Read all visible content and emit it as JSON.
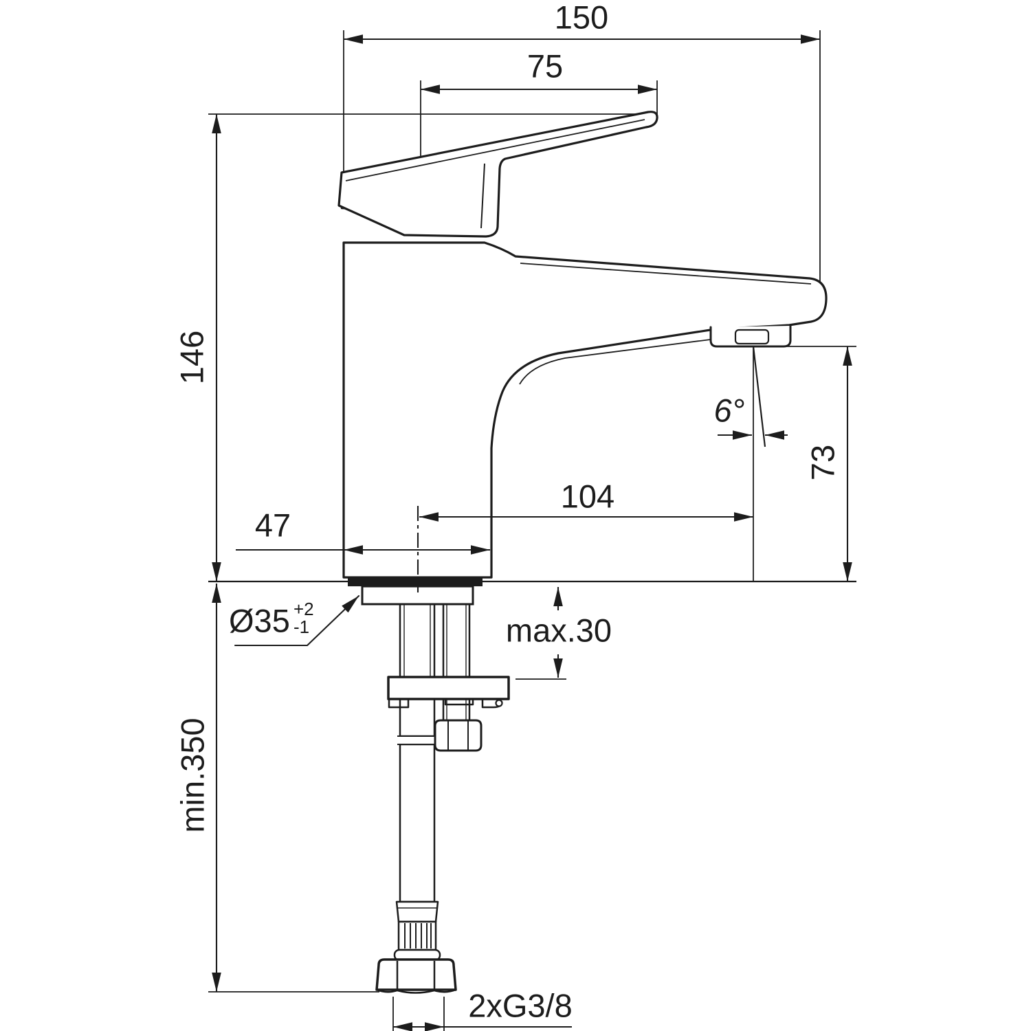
{
  "drawing": {
    "type": "technical-dimension-drawing",
    "subject": "single-lever basin mixer faucet, side elevation with installation dimensions",
    "ink_color": "#1c1c1c",
    "background_color": "#ffffff",
    "dimensions": {
      "overall_projection": "150",
      "handle_length": "75",
      "body_height": "146",
      "spout_reach": "104",
      "body_depth": "47",
      "spout_angle": "6°",
      "outlet_height": "73",
      "hole_diameter": "Ø35",
      "hole_tolerance_plus": "+2",
      "hole_tolerance_minus": "-1",
      "max_deck_thickness": "max.30",
      "min_clearance_below": "min.350",
      "connection_thread": "2xG3/8"
    }
  }
}
